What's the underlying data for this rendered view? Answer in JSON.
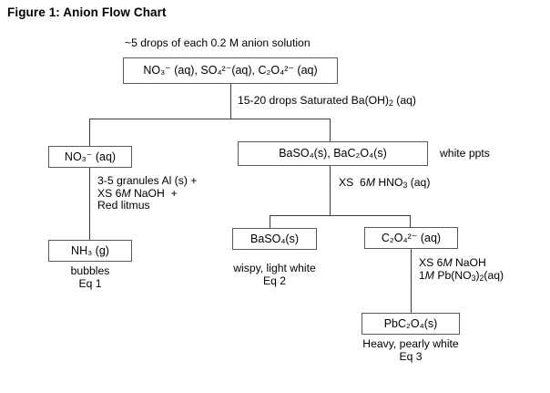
{
  "figure": {
    "title": "Figure 1: Anion Flow Chart"
  },
  "diagram_data": {
    "type": "flowchart",
    "nodes": [
      {
        "id": "start",
        "label": "NO3- (aq), SO42-(aq), C2O42- (aq)"
      },
      {
        "id": "nitrate",
        "label": "NO3- (aq)"
      },
      {
        "id": "ppts",
        "label": "BaSO4(s), BaC2O4(s)"
      },
      {
        "id": "ammonia",
        "label": "NH3 (g)"
      },
      {
        "id": "barium_sulfate",
        "label": "BaSO4(s)"
      },
      {
        "id": "oxalate",
        "label": "C2O42- (aq)"
      },
      {
        "id": "lead_oxalate",
        "label": "PbC2O4(s)"
      }
    ],
    "edge_reagents": [
      "15-20 drops Saturated Ba(OH)2 (aq)",
      "3-5 granules Al (s) + / XS 6M NaOH + / Red litmus",
      "XS  6M HNO3 (aq)",
      "XS 6M NaOH / 1M Pb(NO3)2(aq)"
    ],
    "observations": [
      "white ppts",
      "bubbles / Eq 1",
      "wispy, light white / Eq 2",
      "Heavy, pearly white / Eq 3"
    ]
  },
  "labels": {
    "top_note": "~5 drops of each 0.2 M anion solution",
    "white_ppts": "white ppts"
  },
  "boxes": {
    "start": {
      "text": "NO₃⁻ (aq), SO₄²⁻(aq), C₂O₄²⁻ (aq)"
    },
    "nitrate": {
      "text": "NO₃⁻ (aq)"
    },
    "ppts": {
      "text": "BaSO₄(s), BaC₂O₄(s)"
    },
    "ammonia": {
      "text": "NH₃ (g)"
    },
    "barium_sulfate": {
      "text": "BaSO₄(s)"
    },
    "oxalate": {
      "text": "C₂O₄²⁻ (aq)"
    },
    "lead_oxalate": {
      "text": "PbC₂O₄(s)"
    }
  },
  "reagents": {
    "baoh2_line1": "15-20 drops Saturated Ba(OH)",
    "baoh2_sub": "2",
    "baoh2_line2": " (aq)",
    "al_naoh_1": "3-5 granules Al (s) +",
    "al_naoh_2a": "XS 6",
    "al_naoh_2b": "M",
    "al_naoh_2c": " NaOH  +",
    "al_naoh_3": "Red litmus",
    "hno3_a": "XS  6",
    "hno3_b": "M",
    "hno3_c": " HNO",
    "hno3_sub": "3",
    "hno3_d": " (aq)",
    "pb_1a": "XS 6",
    "pb_1b": "M",
    "pb_1c": " NaOH",
    "pb_2a": "1",
    "pb_2b": "M",
    "pb_2c": " Pb(NO",
    "pb_2sub1": "3",
    "pb_2d": ")",
    "pb_2sub2": "2",
    "pb_2e": "(aq)"
  },
  "observations": {
    "bubbles": "bubbles",
    "eq1": "Eq 1",
    "wispy": "wispy, light white",
    "eq2": "Eq 2",
    "heavy": "Heavy, pearly white",
    "eq3": "Eq 3"
  },
  "colors": {
    "box_border": "#58595b",
    "line": "#3b3b3b",
    "text": "#000000",
    "background": "#ffffff"
  }
}
